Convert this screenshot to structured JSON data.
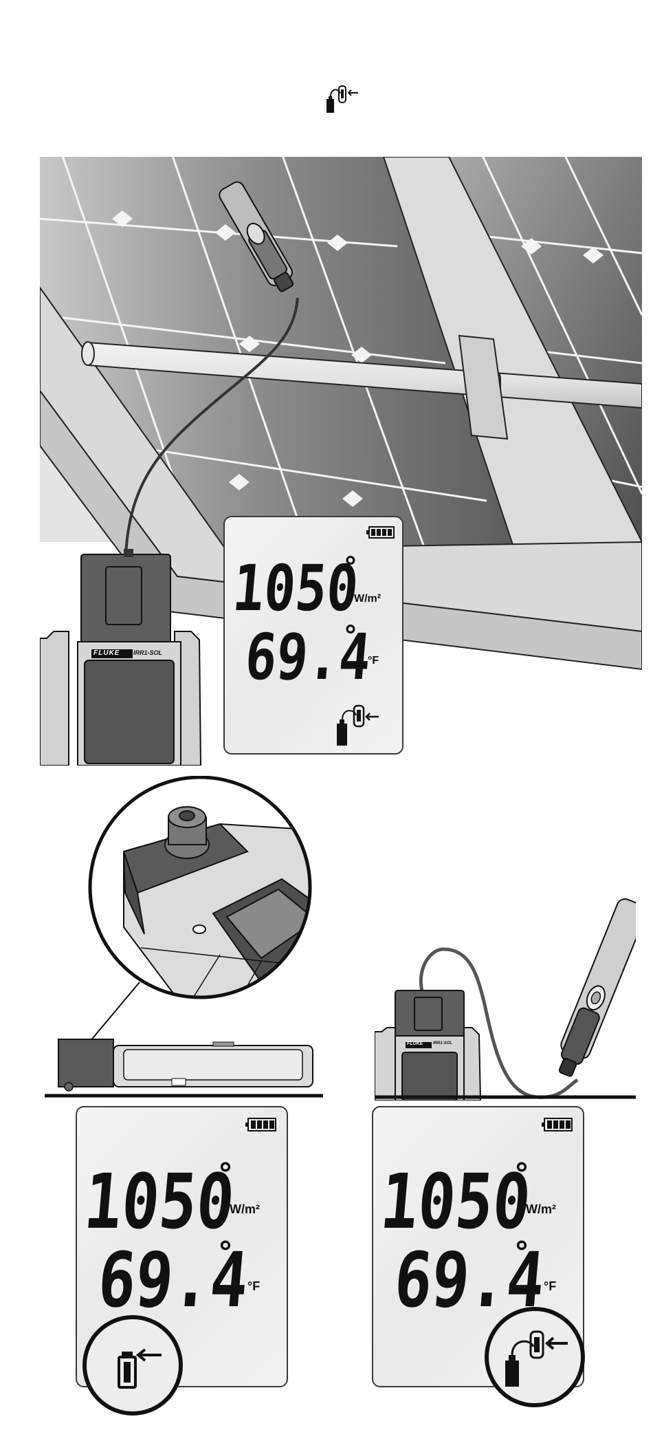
{
  "panel1": {
    "reading_irradiance": "1050",
    "reading_irradiance_unit": "W/m²",
    "reading_temperature": "69.4",
    "reading_temperature_unit": "°F",
    "degree_mark": "°",
    "battery_icon": "battery-full-icon",
    "sensor_icon": "external-temperature-sensor-icon"
  },
  "meter": {
    "brand": "FLUKE",
    "model": "IRR1-SOL"
  },
  "panel_left": {
    "reading_irradiance": "1050",
    "reading_irradiance_unit": "W/m²",
    "reading_temperature": "69.4",
    "reading_temperature_unit": "°F",
    "degree_mark": "°",
    "sensor_icon": "internal-temperature-sensor-icon"
  },
  "panel_right": {
    "reading_irradiance": "1050",
    "reading_irradiance_unit": "W/m²",
    "reading_temperature": "69.4",
    "reading_temperature_unit": "°F",
    "degree_mark": "°",
    "sensor_icon": "external-temperature-sensor-icon"
  },
  "colors": {
    "panel_dark": "#5a5a5a",
    "panel_light": "#bdbdbd",
    "frame": "#d4d4d4",
    "outline": "#1a1a1a"
  }
}
